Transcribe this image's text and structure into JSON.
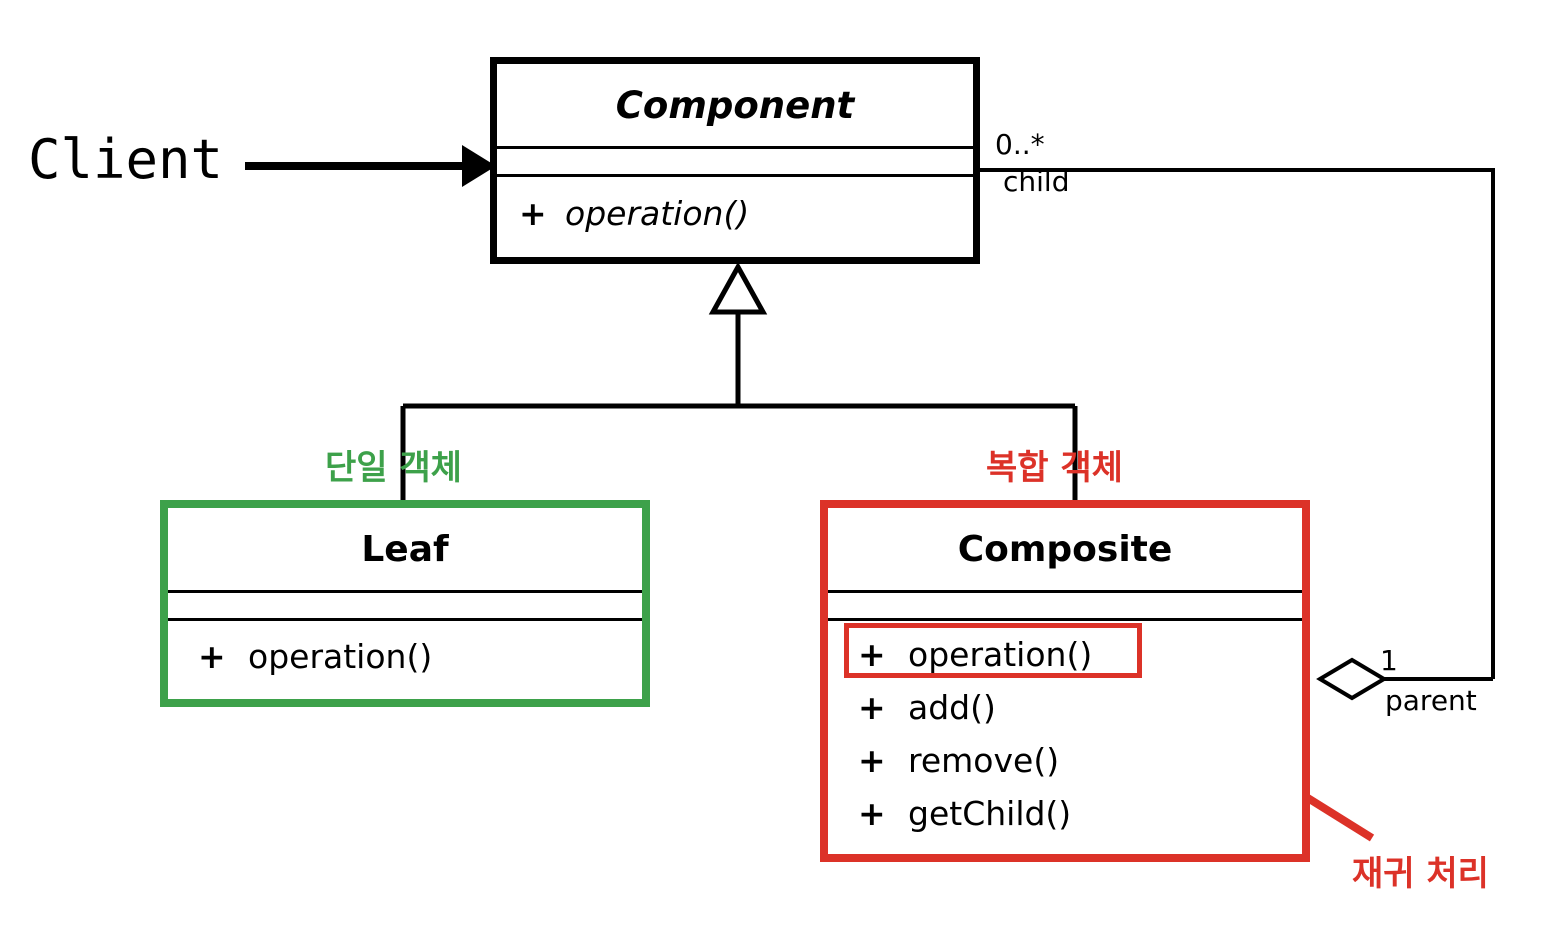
{
  "diagram": {
    "title": "Composite Pattern UML Class Diagram",
    "type": "uml-class-diagram",
    "background": "#ffffff",
    "colors": {
      "default": "#000000",
      "leaf_accent": "#3DA14A",
      "composite_accent": "#DC3228"
    }
  },
  "client": {
    "label": "Client"
  },
  "classes": {
    "component": {
      "name": "Component",
      "stereotype": "abstract",
      "attributes": [],
      "methods": [
        {
          "visibility": "+",
          "signature": "operation()"
        }
      ],
      "border_color": "#000000"
    },
    "leaf": {
      "name": "Leaf",
      "attributes": [],
      "methods": [
        {
          "visibility": "+",
          "signature": "operation()"
        }
      ],
      "border_color": "#3DA14A"
    },
    "composite": {
      "name": "Composite",
      "attributes": [],
      "methods": [
        {
          "visibility": "+",
          "signature": "operation()",
          "highlighted": true
        },
        {
          "visibility": "+",
          "signature": "add()",
          "highlighted": false
        },
        {
          "visibility": "+",
          "signature": "remove()",
          "highlighted": false
        },
        {
          "visibility": "+",
          "signature": "getChild()",
          "highlighted": false
        }
      ],
      "border_color": "#DC3228"
    }
  },
  "relationships": {
    "client_uses_component": {
      "kind": "directed-association",
      "arrow": "solid-filled-arrowhead"
    },
    "inheritance": {
      "kind": "generalization",
      "arrow": "hollow-triangle",
      "parent": "Component",
      "children": [
        "Leaf",
        "Composite"
      ]
    },
    "aggregation": {
      "kind": "aggregation",
      "arrow": "hollow-diamond",
      "child_multiplicity": "0..*",
      "child_role": "child",
      "parent_multiplicity": "1",
      "parent_role": "parent"
    }
  },
  "annotations": {
    "leaf_note": "단일 객체",
    "composite_note": "복합 객체",
    "recursion_note": "재귀 처리"
  }
}
